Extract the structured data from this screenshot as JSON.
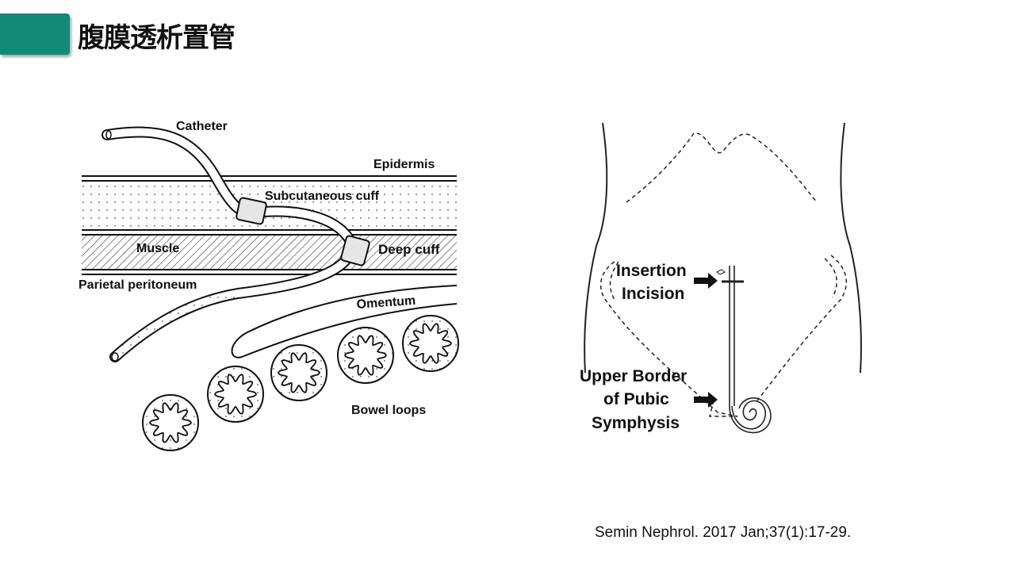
{
  "slide": {
    "title": "腹膜透析置管",
    "accent_color": "#138a76",
    "citation": "Semin Nephrol. 2017 Jan;37(1):17-29."
  },
  "left_diagram": {
    "labels": {
      "catheter": "Catheter",
      "epidermis": "Epidermis",
      "subcutaneous_cuff": "Subcutaneous cuff",
      "muscle": "Muscle",
      "deep_cuff": "Deep cuff",
      "parietal_peritoneum": "Parietal peritoneum",
      "omentum": "Omentum",
      "bowel_loops": "Bowel loops"
    }
  },
  "right_diagram": {
    "labels": {
      "insertion_line1": "Insertion",
      "insertion_line2": "Incision",
      "pubic_line1": "Upper Border",
      "pubic_line2": "of Pubic",
      "pubic_line3": "Symphysis"
    }
  }
}
